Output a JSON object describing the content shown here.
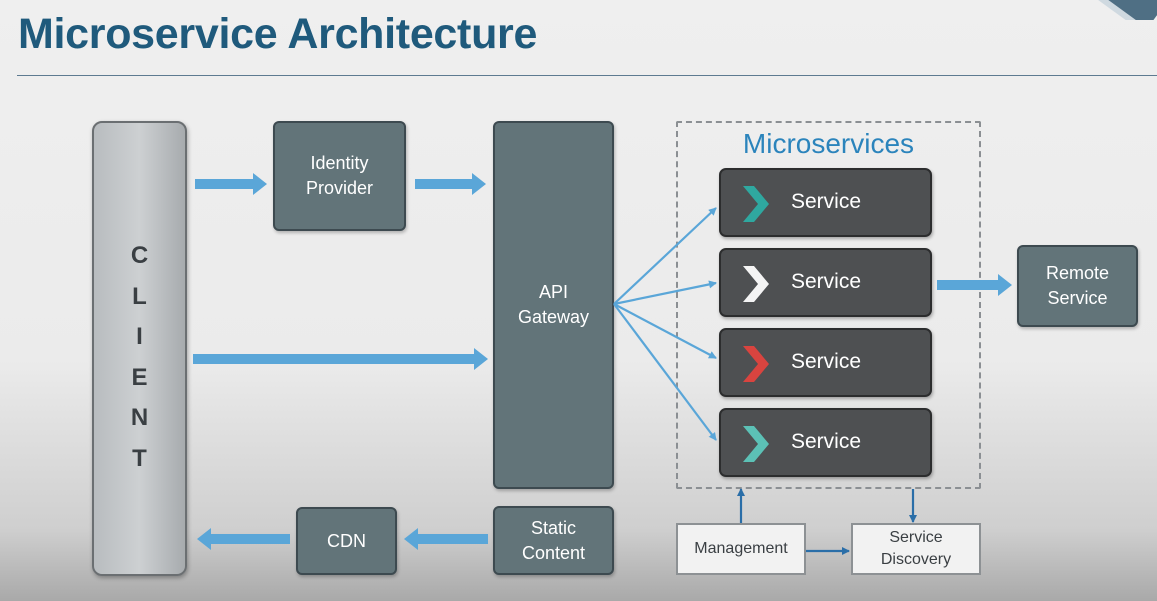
{
  "title": "Microservice Architecture",
  "client": {
    "letters": [
      "C",
      "L",
      "I",
      "E",
      "N",
      "T"
    ]
  },
  "identity_provider": "Identity\nProvider",
  "api_gateway": "API\nGateway",
  "cdn": "CDN",
  "static_content": "Static\nContent",
  "microservices": {
    "label": "Microservices",
    "services": [
      {
        "label": "Service",
        "chevron_color": "#2fa8a0"
      },
      {
        "label": "Service",
        "chevron_color": "#f4f4f4"
      },
      {
        "label": "Service",
        "chevron_color": "#d9443f"
      },
      {
        "label": "Service",
        "chevron_color": "#5cc1b6"
      }
    ]
  },
  "remote_service": "Remote\nService",
  "management": "Management",
  "service_discovery": "Service\nDiscovery",
  "colors": {
    "arrow": "#5aa6d8",
    "title": "#1f5a7c",
    "microservices_label": "#2b84bc",
    "node": "#627479",
    "service": "#4e5052"
  }
}
